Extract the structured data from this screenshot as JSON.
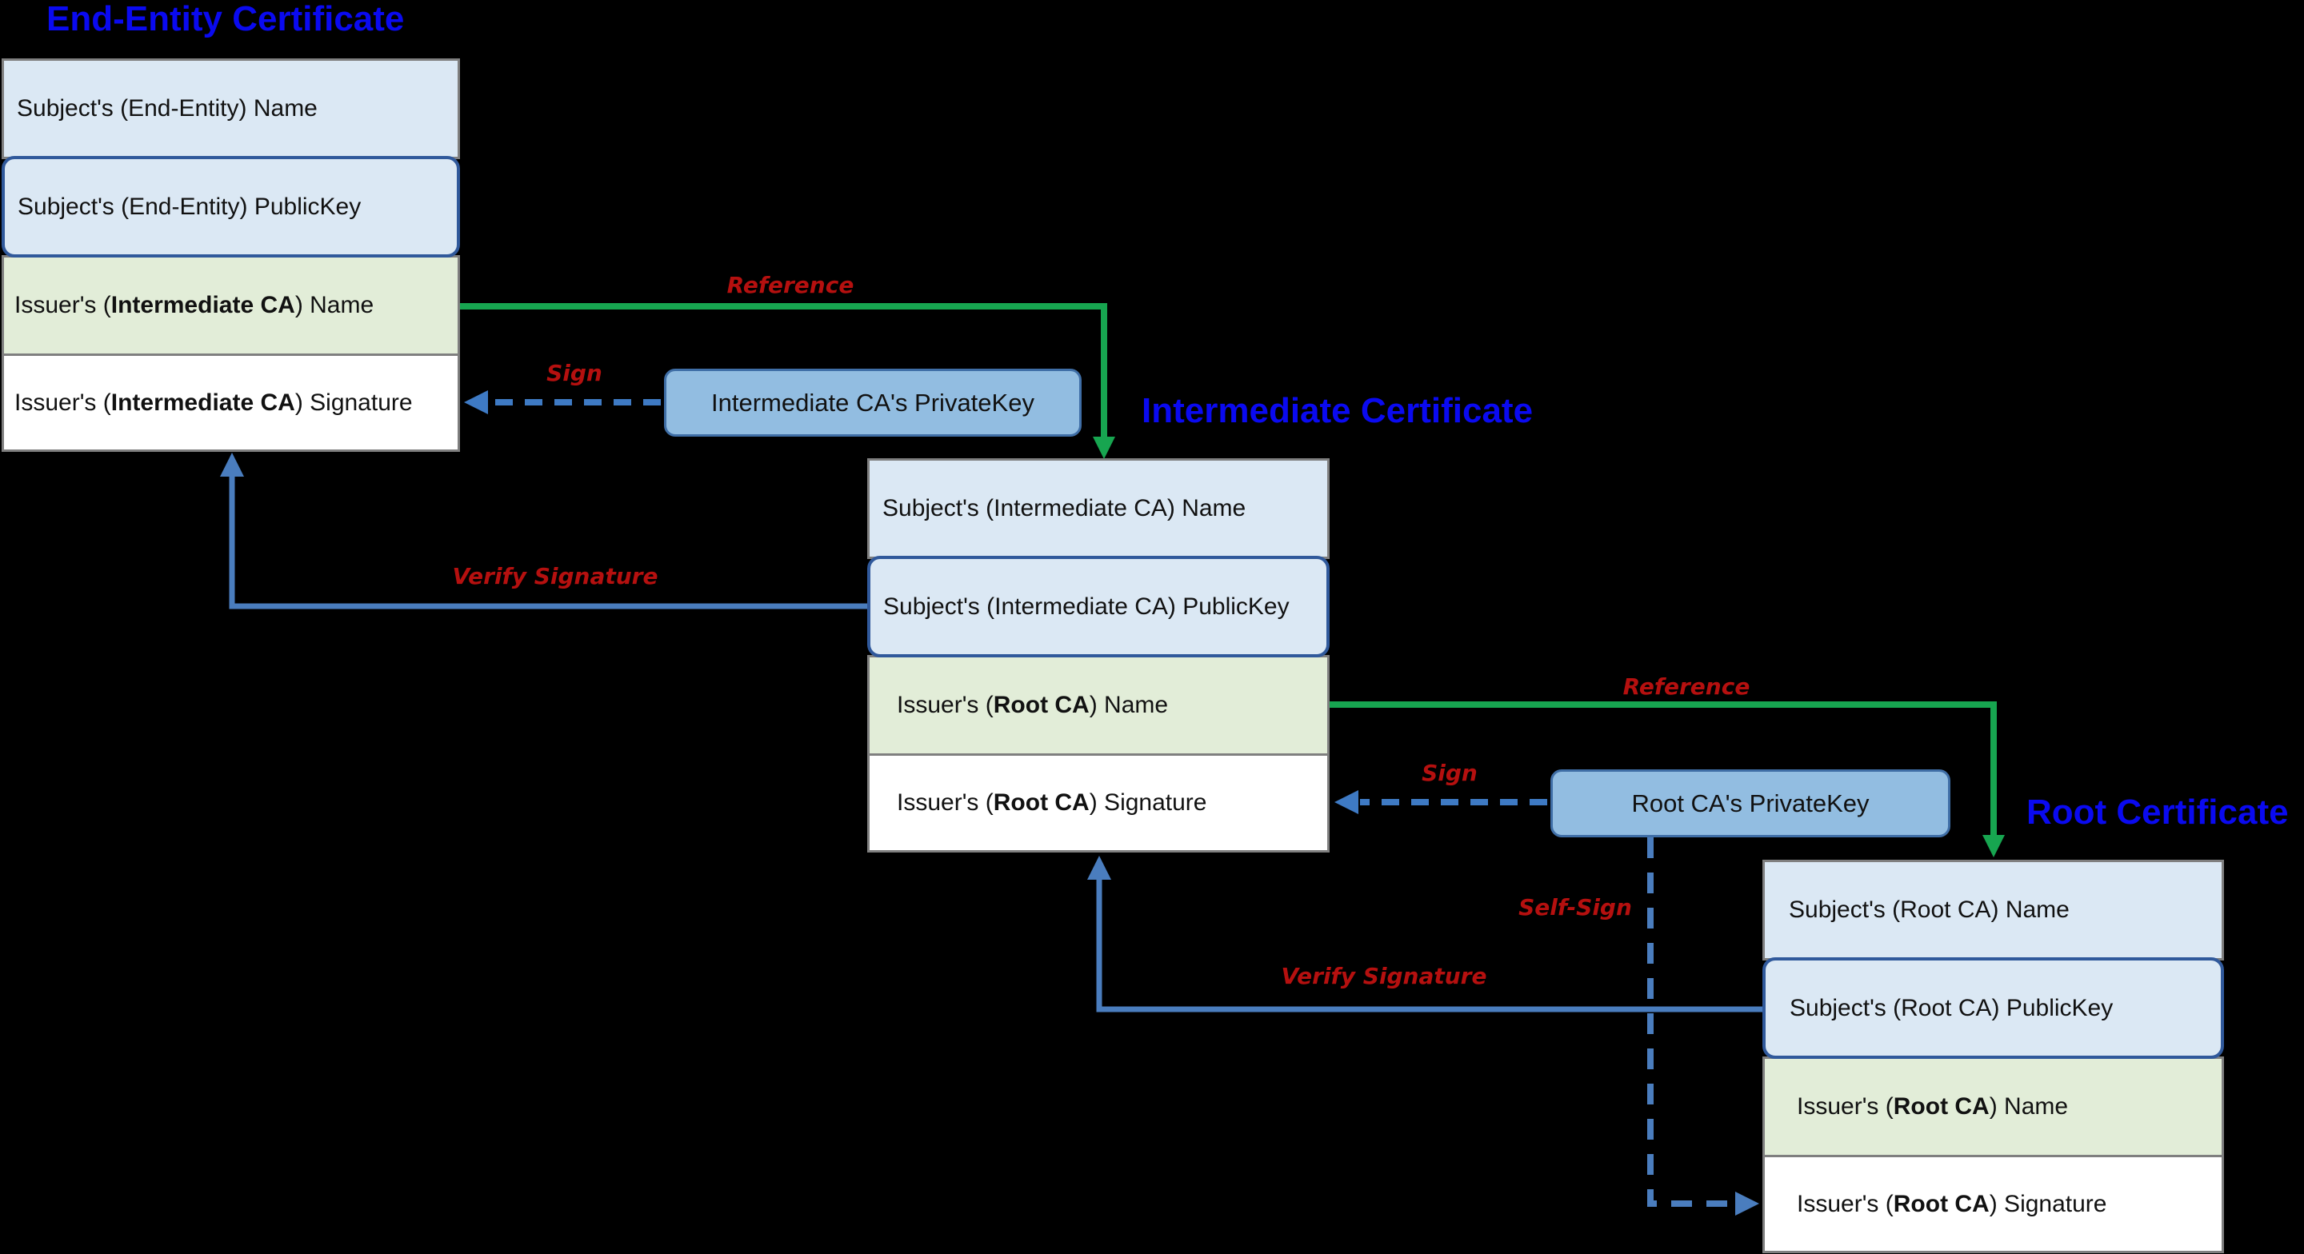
{
  "certificates": [
    {
      "title": "End-Entity Certificate",
      "rows": [
        {
          "prefix": "Subject's (End-Entity) Name",
          "bold": "",
          "suffix": ""
        },
        {
          "prefix": "Subject's (End-Entity) PublicKey",
          "bold": "",
          "suffix": ""
        },
        {
          "prefix": "Issuer's (",
          "bold": "Intermediate CA",
          "suffix": ") Name"
        },
        {
          "prefix": "Issuer's (",
          "bold": "Intermediate CA",
          "suffix": ") Signature"
        }
      ]
    },
    {
      "title": "Intermediate Certificate",
      "rows": [
        {
          "prefix": "Subject's (Intermediate CA) Name",
          "bold": "",
          "suffix": ""
        },
        {
          "prefix": "Subject's (Intermediate CA) PublicKey",
          "bold": "",
          "suffix": ""
        },
        {
          "prefix": "Issuer's (",
          "bold": "Root CA",
          "suffix": ") Name"
        },
        {
          "prefix": "Issuer's (",
          "bold": "Root CA",
          "suffix": ") Signature"
        }
      ]
    },
    {
      "title": "Root Certificate",
      "rows": [
        {
          "prefix": "Subject's (Root CA) Name",
          "bold": "",
          "suffix": ""
        },
        {
          "prefix": "Subject's (Root CA) PublicKey",
          "bold": "",
          "suffix": ""
        },
        {
          "prefix": "Issuer's (",
          "bold": "Root CA",
          "suffix": ") Name"
        },
        {
          "prefix": "Issuer's (",
          "bold": "Root CA",
          "suffix": ") Signature"
        }
      ]
    }
  ],
  "private_keys": [
    {
      "label": "Intermediate CA's PrivateKey"
    },
    {
      "label": "Root CA's PrivateKey"
    }
  ],
  "arrow_labels": {
    "reference1": "Reference",
    "reference2": "Reference",
    "sign1": "Sign",
    "sign2": "Sign",
    "verify1": "Verify Signature",
    "verify2": "Verify Signature",
    "self_sign": "Self-Sign"
  },
  "colors": {
    "background": "#000000",
    "title_blue": "#0A0AF0",
    "label_red": "#B5100F",
    "row_blue": "#DBE8F4",
    "row_green": "#E2EDD8",
    "row_white": "#FFFFFF",
    "row_border_gray": "#7F7F7F",
    "publickey_border": "#30599B",
    "privatekey_fill": "#92BDE1",
    "privatekey_border": "#3F6EA6",
    "arrow_green": "#17A550",
    "arrow_azure": "#3E7AC4",
    "arrow_slate": "#4A7DBE"
  }
}
